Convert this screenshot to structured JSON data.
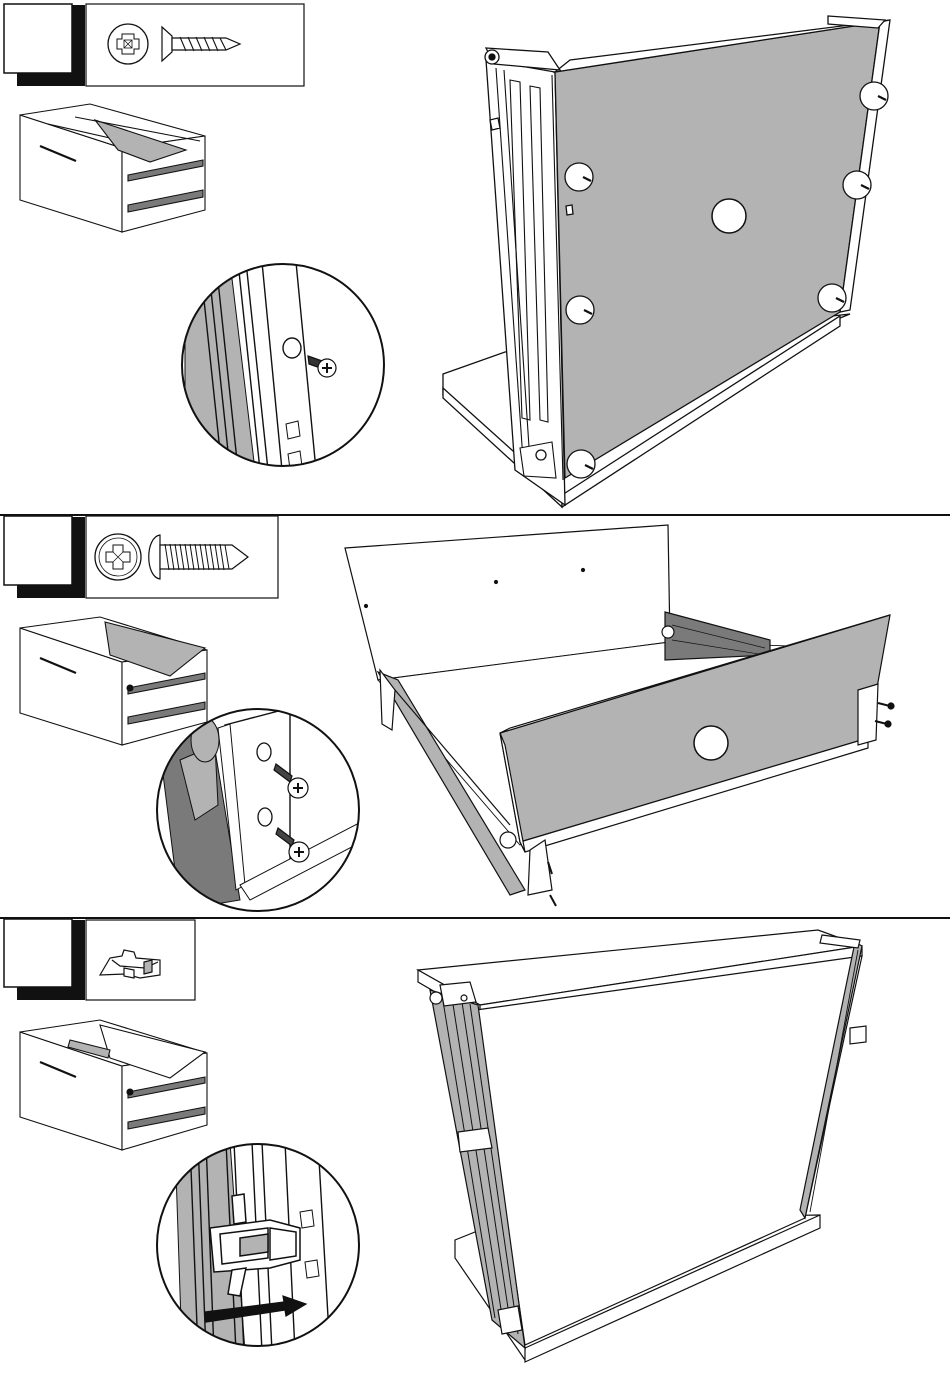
{
  "colors": {
    "stroke": "#1a1a1a",
    "panel_gray": "#b3b3b3",
    "dark_gray": "#7a7a7a",
    "white": "#ffffff",
    "black": "#111111"
  },
  "steps": [
    {
      "step_label": "",
      "hardware": "countersunk-screw",
      "panel_label": ""
    },
    {
      "step_label": "",
      "hardware": "pan-head-screw",
      "panel_label": ""
    },
    {
      "step_label": "",
      "hardware": "drawer-clip",
      "panel_label": ""
    }
  ]
}
